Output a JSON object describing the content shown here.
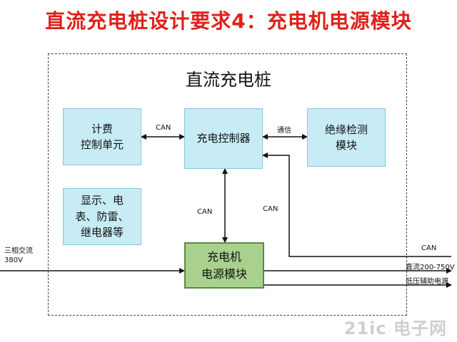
{
  "title": "直流充电桩设计要求4：充电机电源模块",
  "container_title": "直流充电桩",
  "nodes": {
    "billing": "计费\n控制单元",
    "controller": "充电控制器",
    "insulation": "绝缘检测\n模块",
    "display": "显示、电\n表、防雷、\n继电器等",
    "power_module": "充电机\n电源模块"
  },
  "labels": {
    "can_billing": "CAN",
    "comm_insulation": "通信",
    "can_vertical": "CAN",
    "can_right": "CAN",
    "input": "三相交流\n380V",
    "out_can": "CAN",
    "out_dc": "直流200-750V",
    "out_aux": "低压辅助电源"
  },
  "watermark": "21ic 电子网"
}
